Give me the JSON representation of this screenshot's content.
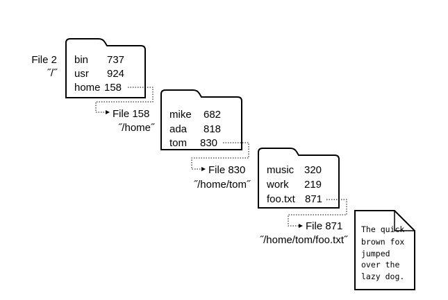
{
  "folders": [
    {
      "file_label": "File 2",
      "path_label": "˝/˝",
      "entries": [
        {
          "name": "bin",
          "inode": "737"
        },
        {
          "name": "usr",
          "inode": "924"
        },
        {
          "name": "home",
          "inode": "158"
        }
      ]
    },
    {
      "file_label": "File 158",
      "path_label": "˝/home˝",
      "entries": [
        {
          "name": "mike",
          "inode": "682"
        },
        {
          "name": "ada",
          "inode": "818"
        },
        {
          "name": "tom",
          "inode": "830"
        }
      ]
    },
    {
      "file_label": "File 830",
      "path_label": "˝/home/tom˝",
      "entries": [
        {
          "name": "music",
          "inode": "320"
        },
        {
          "name": "work",
          "inode": "219"
        },
        {
          "name": "foo.txt",
          "inode": "871"
        }
      ]
    }
  ],
  "file": {
    "file_label": "File 871",
    "path_label": "˝/home/tom/foo.txt˝",
    "content_lines": [
      "The quick",
      "brown fox",
      "jumped",
      "over the",
      "lazy dog."
    ]
  }
}
